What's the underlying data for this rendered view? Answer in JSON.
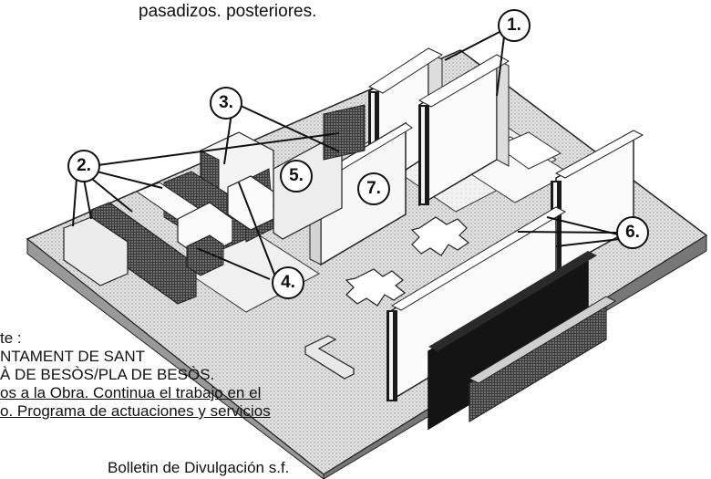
{
  "caption": "pasadizos. posteriores.",
  "source": {
    "line1": "te :",
    "line2": "NTAMENT DE SANT",
    "line3": "À DE BESÒS/PLA DE BESÒS.",
    "line4": "os a la Obra.  Continua el trabajo en el",
    "line5": "o.  Programa de actuaciones y servicios",
    "line6": "Bolletin de Divulgación s.f."
  },
  "callouts": [
    "1.",
    "2.",
    "3.",
    "4.",
    "5.",
    "6.",
    "7."
  ],
  "colors": {
    "ink": "#111111",
    "paper": "#ffffff",
    "stipple": "#cfcfcf",
    "dark": "#1a1a1a"
  }
}
